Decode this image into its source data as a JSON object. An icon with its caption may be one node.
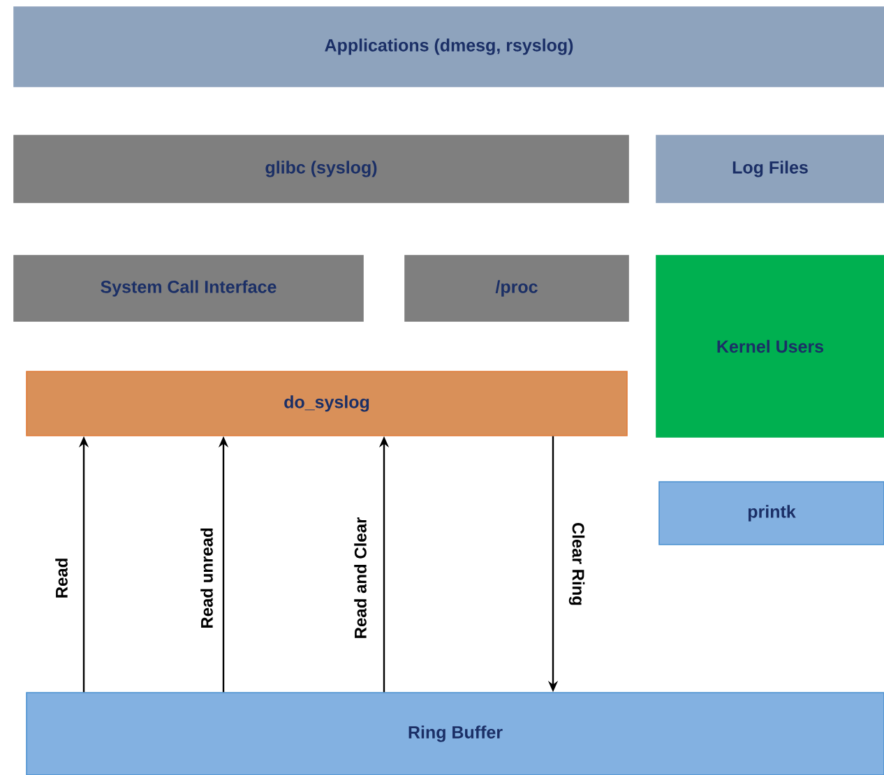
{
  "diagram": {
    "nodes": [
      {
        "text": [
          "Applications (dmesg, rsyslog)"
        ]
      },
      {
        "text": [
          "glibc (syslog)"
        ]
      },
      {
        "text": [
          "Log Files"
        ]
      },
      {
        "text": [
          "System Call Interface"
        ]
      },
      {
        "text": [
          "/proc"
        ]
      },
      {
        "text": [
          "Kernel Users"
        ]
      },
      {
        "text": [
          "do_syslog"
        ]
      },
      {
        "text": [
          "printk"
        ]
      },
      {
        "text": [
          "Ring Buffer"
        ]
      }
    ],
    "edges": [
      {
        "from": 8,
        "to": 6,
        "arrow": "to",
        "label": "Read"
      },
      {
        "from": 8,
        "to": 6,
        "arrow": "to",
        "label": "Read unread"
      },
      {
        "from": 8,
        "to": 6,
        "arrow": "to",
        "label": "Read and Clear"
      },
      {
        "from": 6,
        "to": 8,
        "arrow": "to",
        "label": "Clear Ring"
      }
    ]
  }
}
